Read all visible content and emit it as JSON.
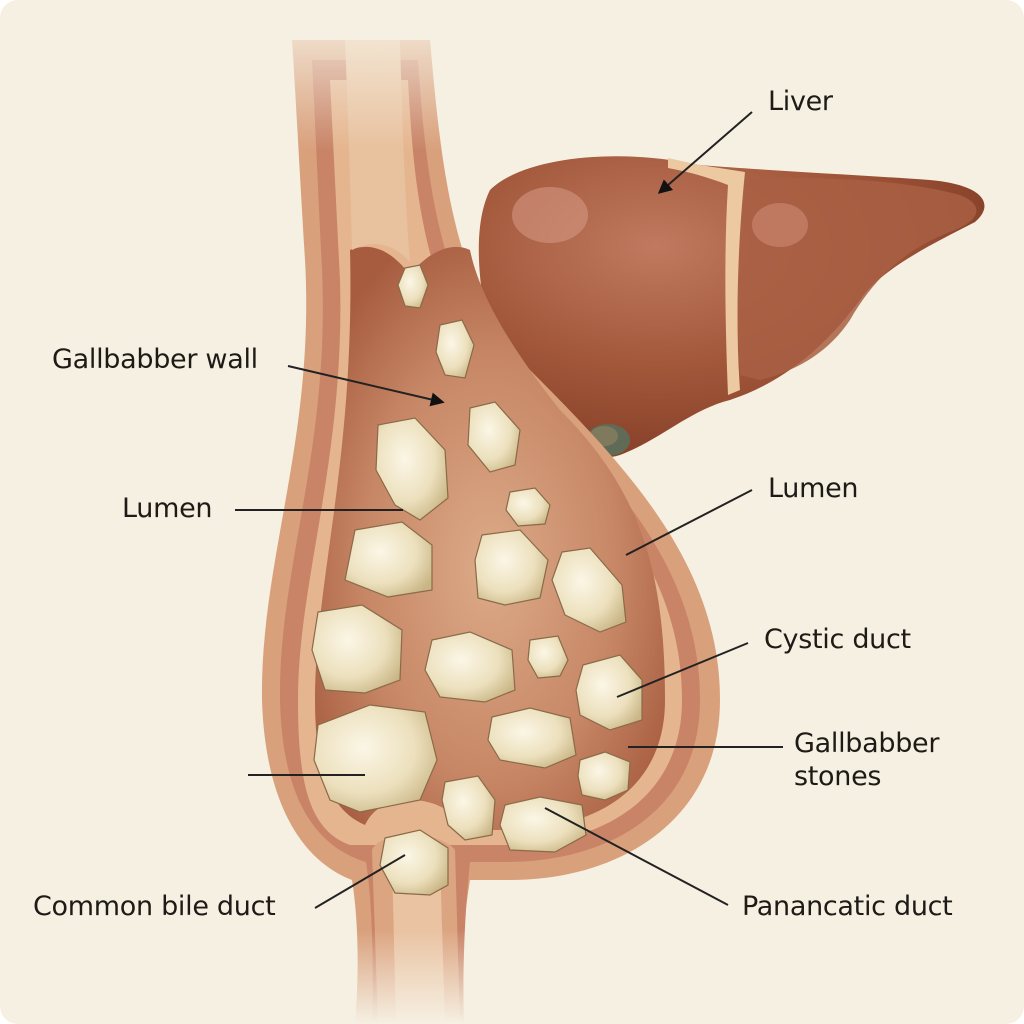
{
  "diagram": {
    "subject": "Gallbladder with gallstones and liver",
    "colors": {
      "background": "#f6f0e3",
      "liver": "#9c4f33",
      "liver_highlight": "#c98a73",
      "wall_outer": "#d8a07c",
      "wall_mucosa": "#c98468",
      "lumen": "#b4694c",
      "lumen_center": "#d9a27f",
      "stone_light": "#f3ecd3",
      "stone_dark": "#cdbb8c",
      "leader": "#222222"
    },
    "labels": [
      {
        "id": "liver",
        "text": "Liver"
      },
      {
        "id": "gallbladder-wall",
        "text": "Gallbabber wall"
      },
      {
        "id": "lumen-left",
        "text": "Lumen"
      },
      {
        "id": "lumen-right",
        "text": "Lumen"
      },
      {
        "id": "cystic-duct",
        "text": "Cystic duct"
      },
      {
        "id": "gallbladder-stones",
        "text": "Gallbabber\nstones"
      },
      {
        "id": "common-bile-duct",
        "text": "Common bile duct"
      },
      {
        "id": "pancreatic-duct",
        "text": "Panancatic duct"
      }
    ]
  }
}
